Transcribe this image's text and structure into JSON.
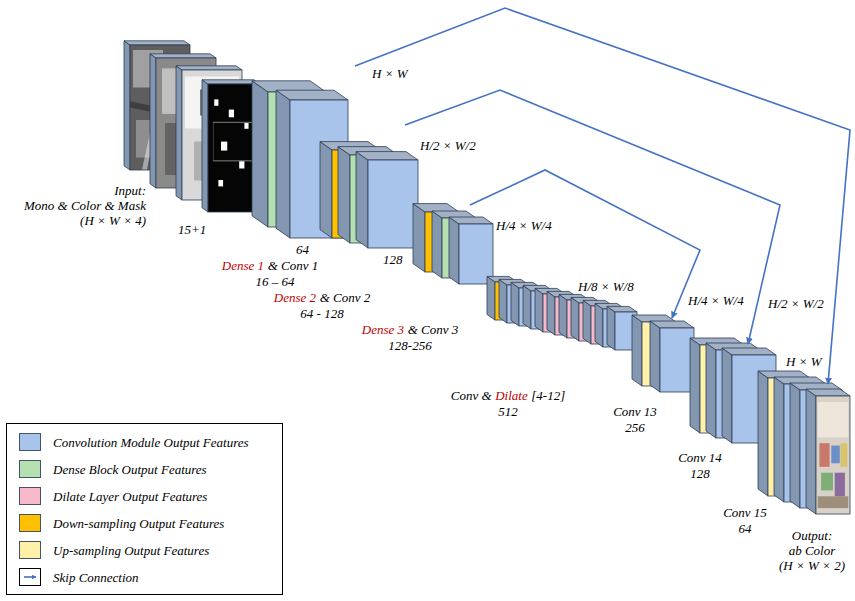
{
  "diagram": {
    "labels": [
      "Input:",
      "Mono & Color & Mask",
      "(H × W × 4)",
      "15+1",
      "H × W",
      "H/2 × W/2",
      "H/4 × W/4",
      "H/8 × W/8",
      "Dense 1",
      "& Conv 1",
      "16 – 64",
      "64",
      "Dense 2",
      "& Conv 2",
      "64 - 128",
      "128",
      "Dense 3",
      "& Conv 3",
      "128-256",
      "Conv &",
      "Dilate",
      "[4-12]",
      "512",
      "H/4 × W/4",
      "Conv 13",
      "256",
      "H/2 × W/2",
      "Conv 14",
      "128",
      "H × W",
      "Conv 15",
      "64",
      "Output:",
      "ab Color",
      "(H × W × 2)"
    ],
    "legend": [
      {
        "text": "Convolution Module Output Features",
        "color": "#a9c4eb"
      },
      {
        "text": "Dense Block Output Features",
        "color": "#b5e0b0"
      },
      {
        "text": "Dilate Layer Output Features",
        "color": "#f7b9c9"
      },
      {
        "text": "Down-sampling Output Features",
        "color": "#ffc000"
      },
      {
        "text": "Up-sampling Output Features",
        "color": "#fff2a8"
      },
      {
        "text": "Skip Connection"
      }
    ]
  }
}
